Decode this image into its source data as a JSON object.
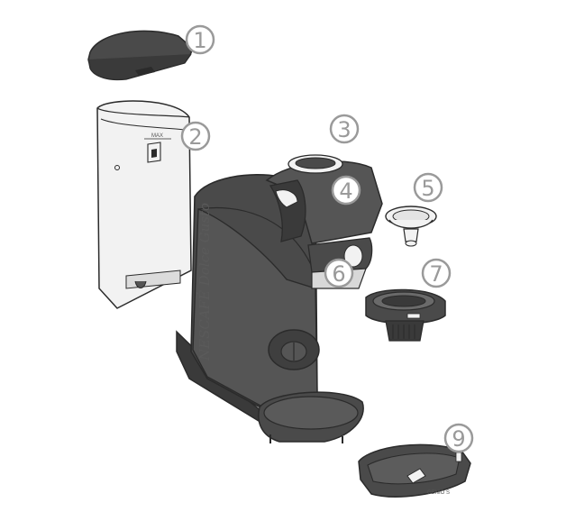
{
  "callouts": [
    {
      "id": "1",
      "label": "①"
    },
    {
      "id": "2",
      "label": "②"
    },
    {
      "id": "3",
      "label": "③"
    },
    {
      "id": "4",
      "label": "④"
    },
    {
      "id": "5",
      "label": "⑤"
    },
    {
      "id": "6",
      "label": "⑥"
    },
    {
      "id": "7",
      "label": "⑦"
    },
    {
      "id": "9",
      "label": "⑨"
    }
  ],
  "brand_text": "NESCAFÉ Dolce Gusto",
  "tank_marking": "MAX",
  "tray_label": "GENIO S",
  "colors": {
    "outline": "#2b2b2b",
    "dark_body": "#4a4a4a",
    "mid_gray": "#6a6a6a",
    "light_part": "#f2f2f2",
    "callout": "#9a9a9a"
  }
}
